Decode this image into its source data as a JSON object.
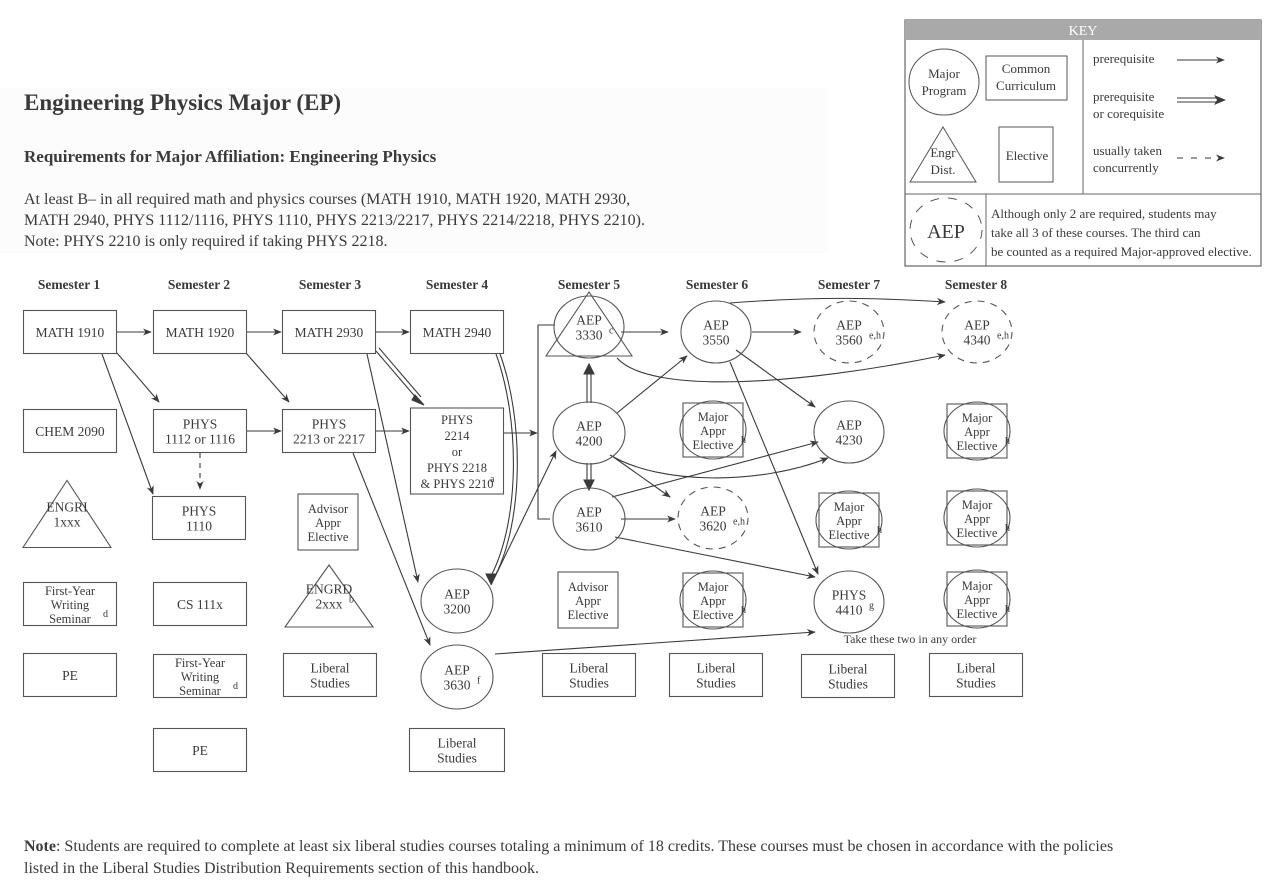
{
  "header": {
    "title": "Engineering Physics Major (EP)",
    "subtitle": "Requirements for Major Affiliation:  Engineering Physics",
    "requirements_lines": [
      "At least B– in all required math and physics courses (MATH 1910, MATH 1920, MATH 2930,",
      "MATH 2940, PHYS 1112/1116, PHYS 1110, PHYS 2213/2217, PHYS 2214/2218, PHYS 2210).",
      "Note: PHYS 2210 is only required if taking PHYS 2218."
    ]
  },
  "key": {
    "title": "KEY",
    "shapes": {
      "major_program": [
        "Major",
        "Program"
      ],
      "common_curriculum": [
        "Common",
        "Curriculum"
      ],
      "engr_dist": [
        "Engr",
        "Dist."
      ],
      "elective": [
        "Elective"
      ]
    },
    "arrows": {
      "prerequisite": [
        "prerequisite"
      ],
      "prereq_or_coreq": [
        "prerequisite",
        "or corequisite"
      ],
      "concurrent": [
        "usually taken",
        "concurrently"
      ]
    },
    "aep_label": "AEP",
    "aep_note": [
      "Although only 2 are required, students may",
      "take all 3 of these courses. The third can",
      "be counted as a required Major-approved elective."
    ]
  },
  "semesters": [
    "Semester 1",
    "Semester 2",
    "Semester 3",
    "Semester 4",
    "Semester 5",
    "Semester 6",
    "Semester 7",
    "Semester 8"
  ],
  "nodes": {
    "math1910": {
      "lines": [
        "MATH 1910"
      ]
    },
    "math1920": {
      "lines": [
        "MATH 1920"
      ]
    },
    "math2930": {
      "lines": [
        "MATH 2930"
      ]
    },
    "math2940": {
      "lines": [
        "MATH 2940"
      ]
    },
    "chem2090": {
      "lines": [
        "CHEM 2090"
      ]
    },
    "phys1112": {
      "lines": [
        "PHYS",
        "1112 or 1116"
      ]
    },
    "phys2213": {
      "lines": [
        "PHYS",
        "2213 or 2217"
      ]
    },
    "phys2214": {
      "lines": [
        "PHYS",
        "2214",
        "or",
        "PHYS 2218",
        "& PHYS 2210"
      ],
      "sup": "a"
    },
    "engri": {
      "lines": [
        "ENGRI",
        "1xxx"
      ]
    },
    "phys1110": {
      "lines": [
        "PHYS",
        "1110"
      ]
    },
    "advisor3": {
      "lines": [
        "Advisor",
        "Appr",
        "Elective"
      ]
    },
    "fyws1": {
      "lines": [
        "First-Year",
        "Writing",
        "Seminar"
      ],
      "sup": "d"
    },
    "cs111x": {
      "lines": [
        "CS 111x"
      ]
    },
    "engrd": {
      "lines": [
        "ENGRD",
        "2xxx"
      ],
      "sup": "b"
    },
    "pe1": {
      "lines": [
        "PE"
      ]
    },
    "fyws2": {
      "lines": [
        "First-Year",
        "Writing",
        "Seminar"
      ],
      "sup": "d"
    },
    "libs3": {
      "lines": [
        "Liberal",
        "Studies"
      ]
    },
    "pe2": {
      "lines": [
        "PE"
      ]
    },
    "aep3200": {
      "lines": [
        "AEP",
        "3200"
      ]
    },
    "aep3630": {
      "lines": [
        "AEP",
        "3630"
      ],
      "sup": "f"
    },
    "libs4": {
      "lines": [
        "Liberal",
        "Studies"
      ]
    },
    "aep3330": {
      "lines": [
        "AEP",
        "3330"
      ],
      "sup": "c"
    },
    "aep4200": {
      "lines": [
        "AEP",
        "4200"
      ]
    },
    "aep3610": {
      "lines": [
        "AEP",
        "3610"
      ]
    },
    "advisor5": {
      "lines": [
        "Advisor",
        "Appr",
        "Elective"
      ]
    },
    "libs5": {
      "lines": [
        "Liberal",
        "Studies"
      ]
    },
    "aep3550": {
      "lines": [
        "AEP",
        "3550"
      ]
    },
    "mae6a": {
      "lines": [
        "Major",
        "Appr",
        "Elective"
      ],
      "sup": "h"
    },
    "aep3620": {
      "lines": [
        "AEP",
        "3620"
      ],
      "sup": "e,h"
    },
    "mae6b": {
      "lines": [
        "Major",
        "Appr",
        "Elective"
      ],
      "sup": "h"
    },
    "libs6": {
      "lines": [
        "Liberal",
        "Studies"
      ]
    },
    "aep3560": {
      "lines": [
        "AEP",
        "3560"
      ],
      "sup": "e,h"
    },
    "aep4230": {
      "lines": [
        "AEP",
        "4230"
      ]
    },
    "mae7": {
      "lines": [
        "Major",
        "Appr",
        "Elective"
      ],
      "sup": "h"
    },
    "phys4410": {
      "lines": [
        "PHYS",
        "4410"
      ],
      "sup": "g"
    },
    "libs7": {
      "lines": [
        "Liberal",
        "Studies"
      ]
    },
    "aep4340": {
      "lines": [
        "AEP",
        "4340"
      ],
      "sup": "e,h"
    },
    "mae8a": {
      "lines": [
        "Major",
        "Appr",
        "Elective"
      ],
      "sup": "h"
    },
    "mae8b": {
      "lines": [
        "Major",
        "Appr",
        "Elective"
      ],
      "sup": "h"
    },
    "mae8c": {
      "lines": [
        "Major",
        "Appr",
        "Elective"
      ],
      "sup": "h"
    },
    "libs8": {
      "lines": [
        "Liberal",
        "Studies"
      ]
    }
  },
  "annotation": "Take these two in any order",
  "footnote": {
    "label": "Note",
    "text": ": Students are required to complete at least six liberal studies courses totaling a minimum of 18 credits.  These courses must be chosen in accordance with the policies listed in the Liberal Studies Distribution Requirements section of this handbook."
  },
  "colors": {
    "ink": "#3a3a3a",
    "key_header": "#a9a9a9"
  }
}
